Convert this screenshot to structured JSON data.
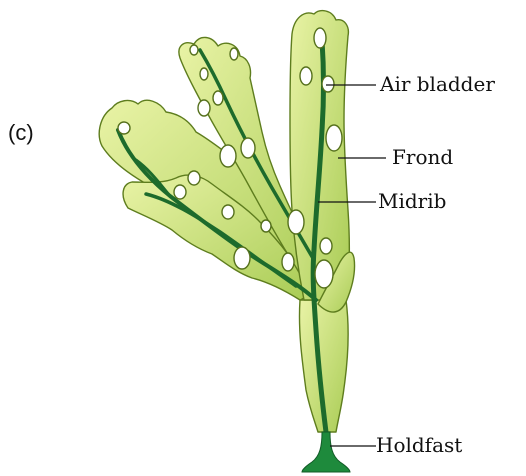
{
  "panel_label": "(c)",
  "labels": {
    "air_bladder": "Air bladder",
    "frond": "Frond",
    "midrib": "Midrib",
    "holdfast": "Holdfast"
  },
  "colors": {
    "frond_light": "#e9f3a6",
    "frond_dark": "#a9cc55",
    "midrib": "#1d6b2c",
    "holdfast": "#1e8a3c"
  }
}
